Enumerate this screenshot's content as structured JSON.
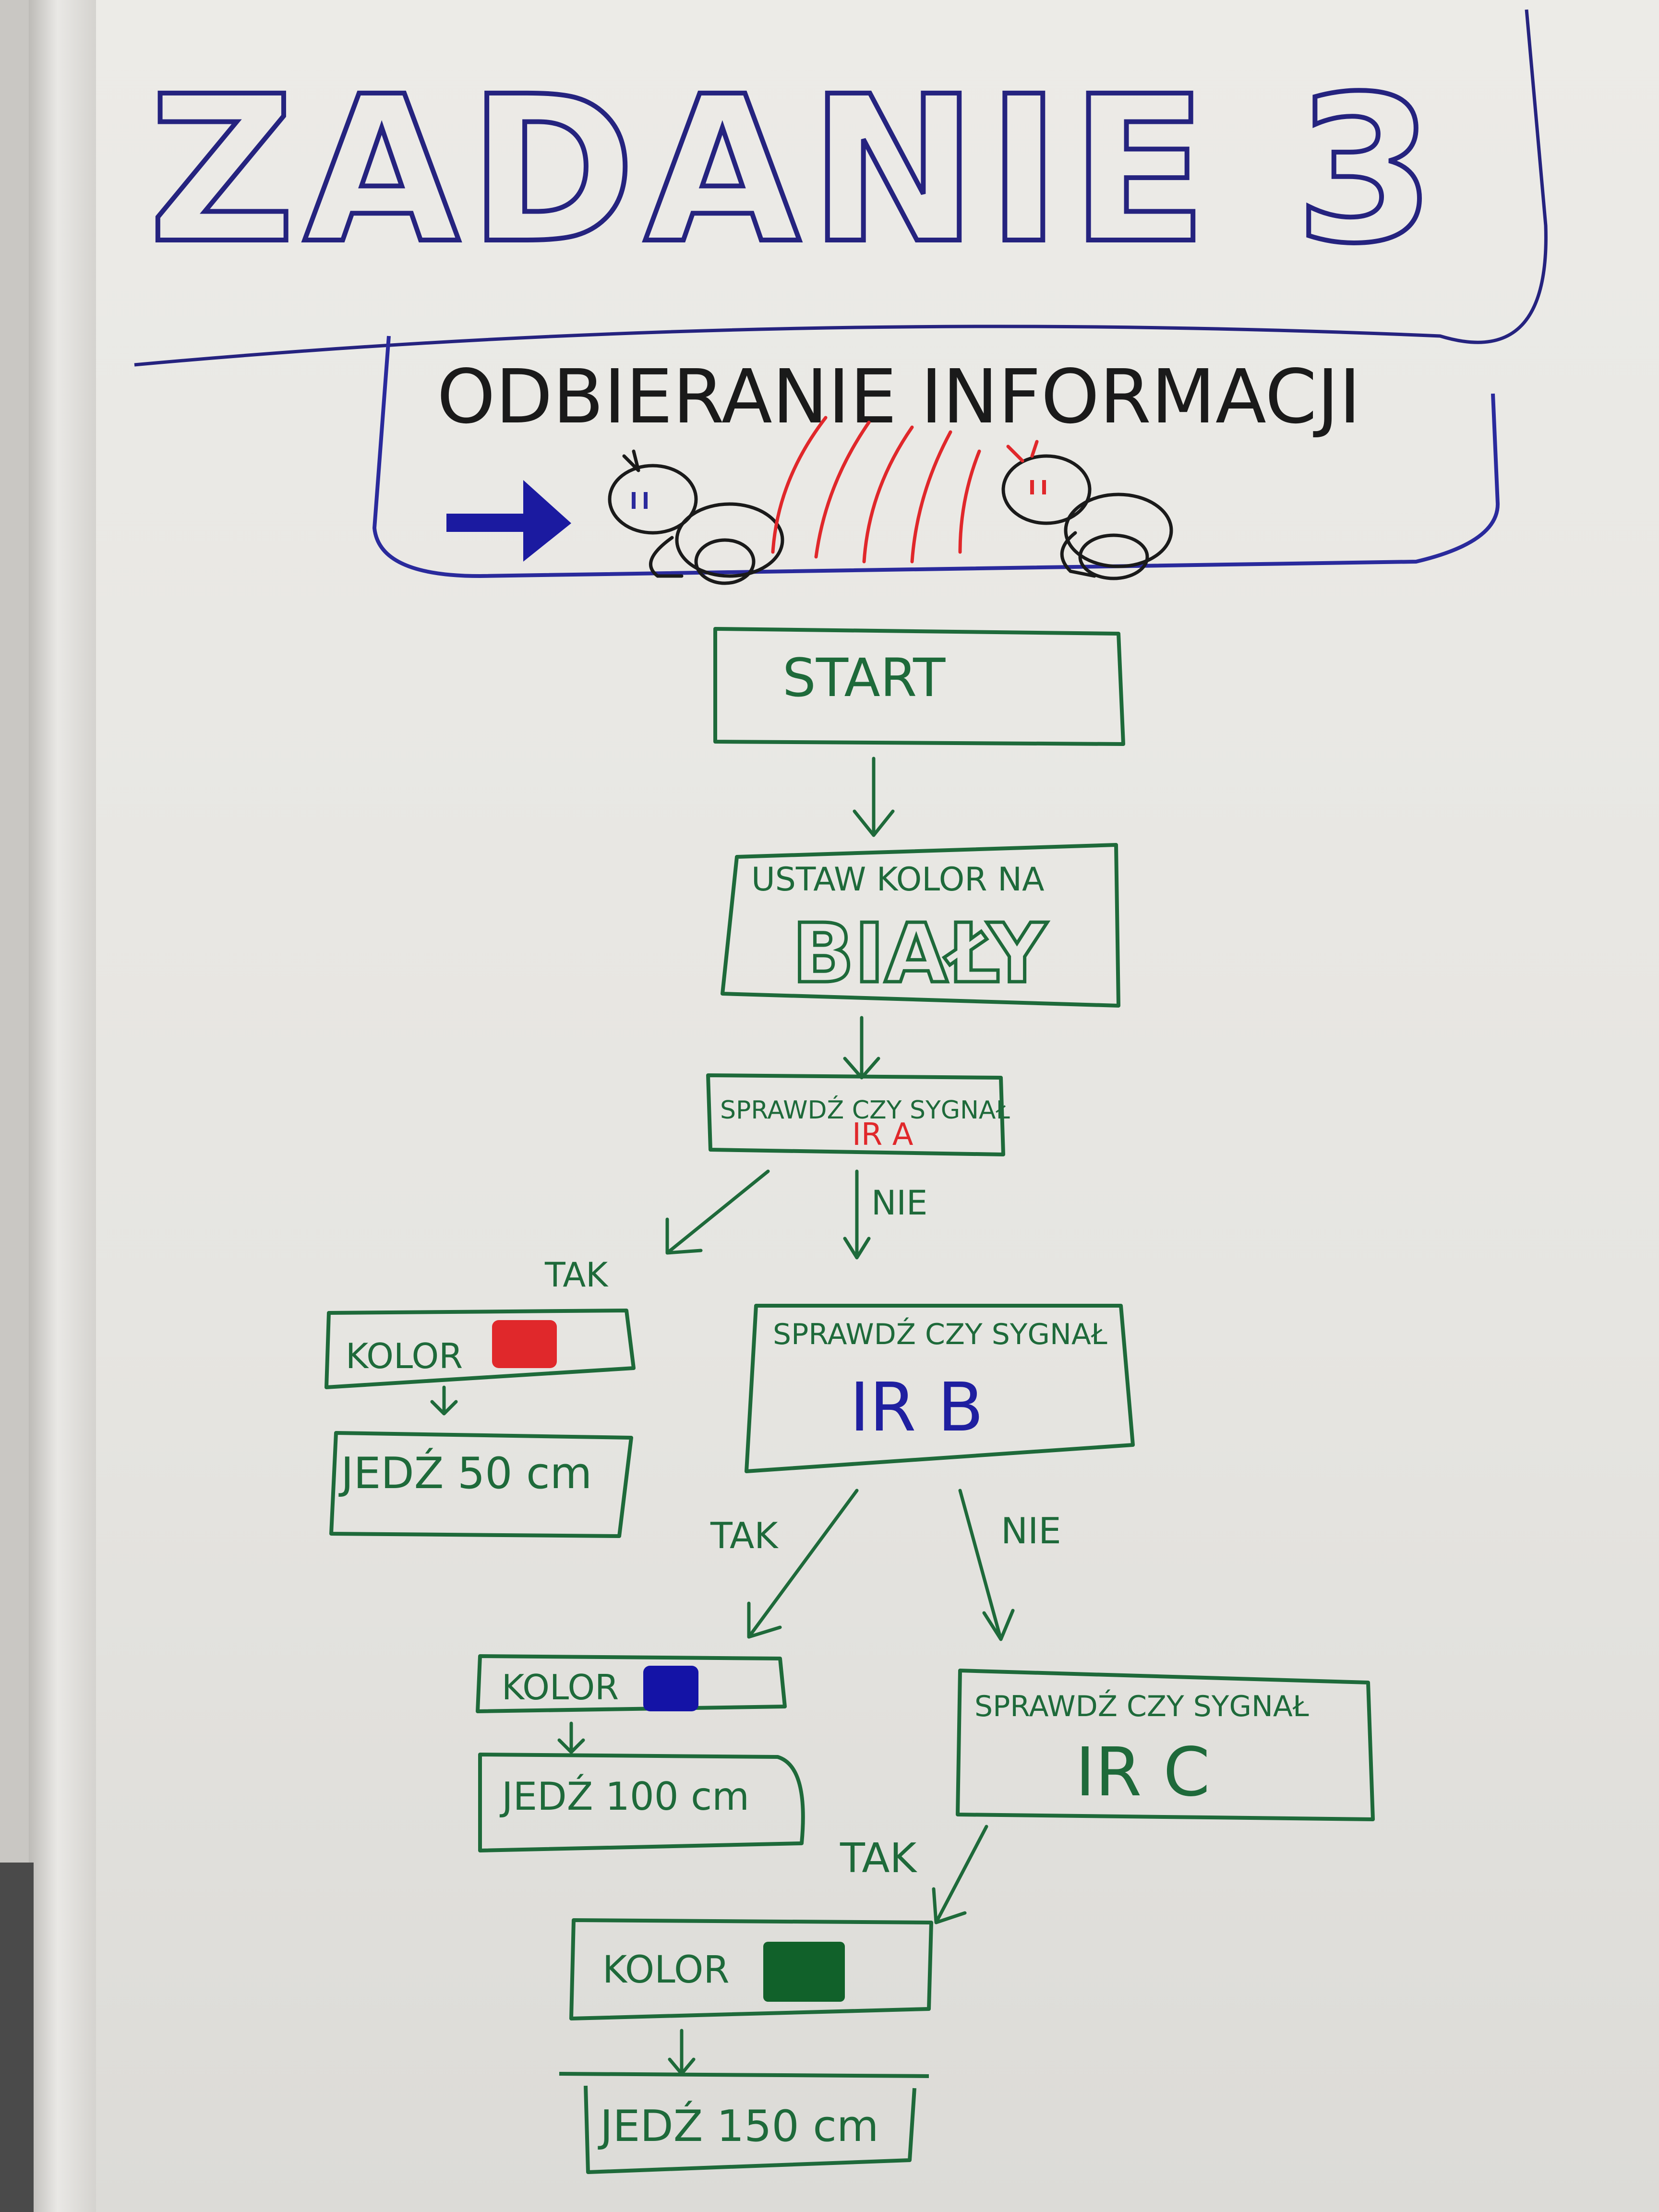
{
  "title": "ZADANIE 3",
  "subtitle": "ODBIERANIE INFORMACJI",
  "colors": {
    "green": "#1e6a3a",
    "blue_title": "#25237f",
    "red": "#e0282b",
    "blue_swatch": "#1413a6",
    "green_swatch": "#11612a",
    "ink": "#1a1a1a"
  },
  "flow": {
    "start": "START",
    "set_color_line1": "USTAW KOLOR NA",
    "set_color_line2": "BIAŁY",
    "check_a_line1": "SPRAWDŹ CZY SYGNAŁ",
    "check_a_line2": "IR A",
    "check_b_line1": "SPRAWDŹ CZY SYGNAŁ",
    "check_b_line2": "IR B",
    "check_c_line1": "SPRAWDŹ CZY SYGNAŁ",
    "check_c_line2": "IR C",
    "yes": "TAK",
    "no": "NIE",
    "kolor": "KOLOR",
    "drive_50": "JEDŹ 50 cm",
    "drive_100": "JEDŹ 100 cm",
    "drive_150": "JEDŹ 150 cm"
  }
}
